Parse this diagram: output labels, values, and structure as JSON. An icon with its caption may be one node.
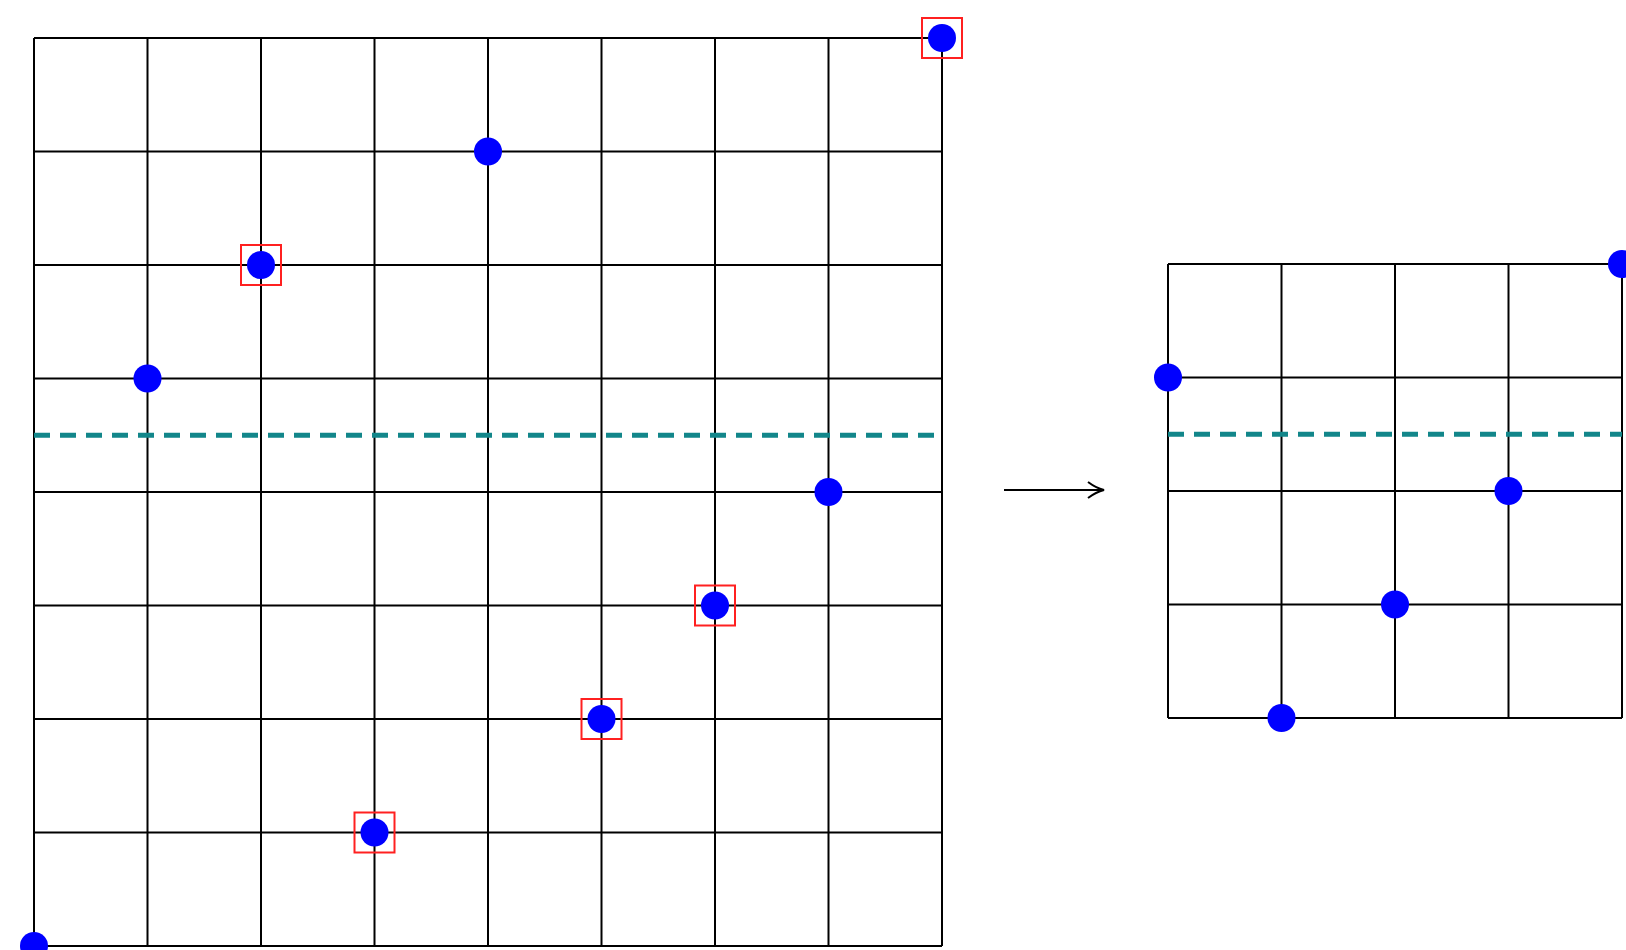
{
  "diagram": {
    "nodes": [
      {
        "text": [],
        "shape": "grid"
      },
      {
        "text": [],
        "shape": "grid"
      }
    ],
    "edges": [
      {
        "from": 0,
        "to": 1,
        "arrow": "to"
      }
    ]
  }
}
